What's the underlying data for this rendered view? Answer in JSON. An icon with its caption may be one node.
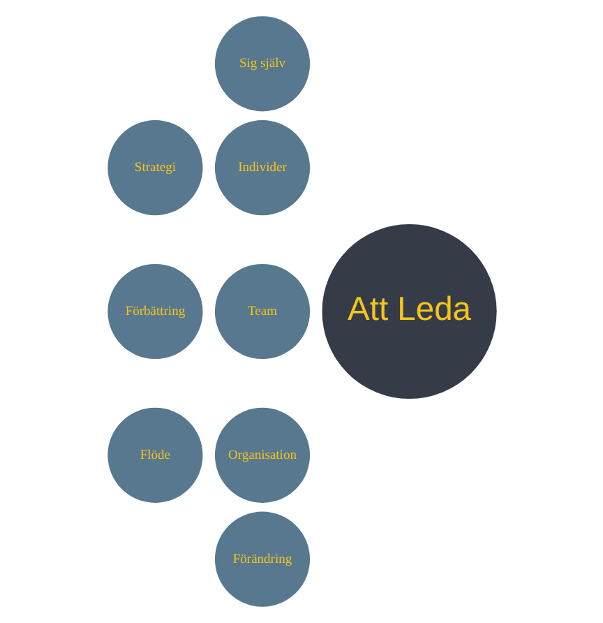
{
  "diagram": {
    "nodes": [
      {
        "text": [
          "Sig själv"
        ]
      },
      {
        "text": [
          "Strategi"
        ]
      },
      {
        "text": [
          "Individer"
        ]
      },
      {
        "text": [
          "Förbättring"
        ]
      },
      {
        "text": [
          "Att Leda"
        ]
      },
      {
        "text": [
          "Team"
        ]
      },
      {
        "text": [
          "Flöde"
        ]
      },
      {
        "text": [
          "Organisation"
        ]
      },
      {
        "text": [
          "Förändring"
        ]
      }
    ],
    "edges": []
  }
}
